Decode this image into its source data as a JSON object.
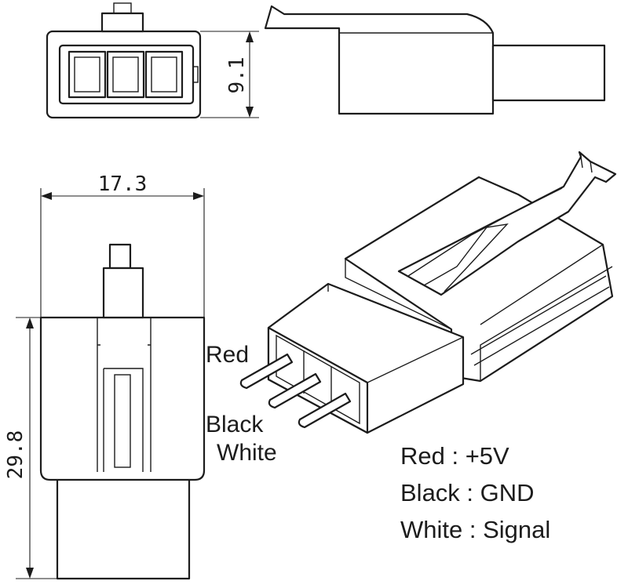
{
  "dimensions": {
    "height_front": "9.1",
    "width_side": "17.3",
    "length_side": "29.8"
  },
  "pin_labels": {
    "red": "Red",
    "black": "Black",
    "white": "White"
  },
  "legend": [
    "Red : +5V",
    "Black : GND",
    "White : Signal"
  ],
  "colors": {
    "line": "#1c1c1c",
    "background": "#ffffff"
  }
}
